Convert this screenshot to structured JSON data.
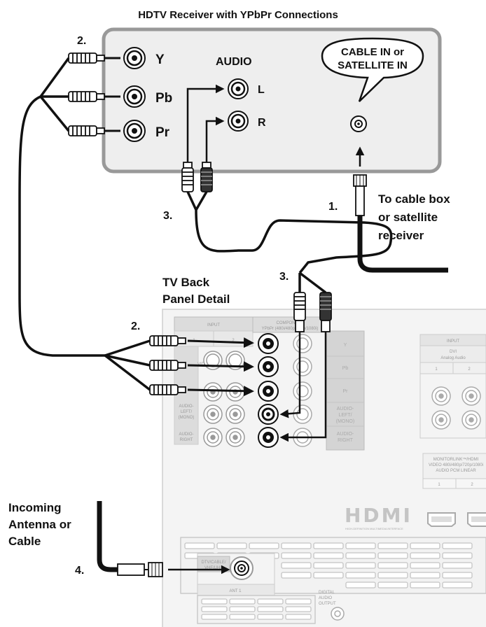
{
  "title": "HDTV Receiver with YPbPr Connections",
  "receiver": {
    "jack_y": "Y",
    "jack_pb": "Pb",
    "jack_pr": "Pr",
    "audio": "AUDIO",
    "audio_l": "L",
    "audio_r": "R",
    "cable_in_line1": "CABLE IN or",
    "cable_in_line2": "SATELLITE IN"
  },
  "steps": {
    "s1": "1.",
    "s2a": "2.",
    "s2b": "2.",
    "s3a": "3.",
    "s3b": "3.",
    "s4": "4."
  },
  "cable_box": {
    "line1": "To cable box",
    "line2": "or satellite",
    "line3": "receiver"
  },
  "tv_panel": {
    "line1": "TV Back",
    "line2": "Panel Detail",
    "input": "INPUT",
    "input_1": "1",
    "input_2": "2",
    "component": "COMPONENT",
    "component_sub": "YPbPr (480i/480p/720p/1080i)",
    "video": "VIDEO",
    "y": "Y",
    "pb": "Pb",
    "pr": "Pr",
    "audio_left_1": "AUDIO-",
    "audio_left_2": "LEFT/",
    "audio_left_3": "(MONO)",
    "audio_right_1": "AUDIO-",
    "audio_right_2": "RIGHT",
    "dvi_input": "INPUT",
    "dvi": "DVI",
    "dvi_audio": "Analog Audio",
    "dvi_1": "1",
    "dvi_2": "2",
    "monitorlink_1": "MONITORLINK™/HDMI",
    "monitorlink_2": "VIDEO 480i/480p/720p/1080i",
    "monitorlink_3": "AUDIO PCM LINEAR",
    "hdmi_1": "1",
    "hdmi_2": "2",
    "hdmi_logo": "HDMI",
    "hdmi_tagline": "HIGH-DEFINITION MULTIMEDIA INTERFACE",
    "ant_label_1": "DTV/CABLE/",
    "ant_label_2": "VHF/UHF",
    "ant1": "ANT 1",
    "digital_1": "DIGITAL",
    "digital_2": "AUDIO",
    "digital_3": "OUTPUT"
  },
  "antenna": {
    "line1": "Incoming",
    "line2": "Antenna or",
    "line3": "Cable"
  },
  "colors": {
    "panel_border": "#999999",
    "panel_fill": "#eeeeee",
    "panel_gray": "#d4d4d4",
    "cable": "#111111"
  }
}
